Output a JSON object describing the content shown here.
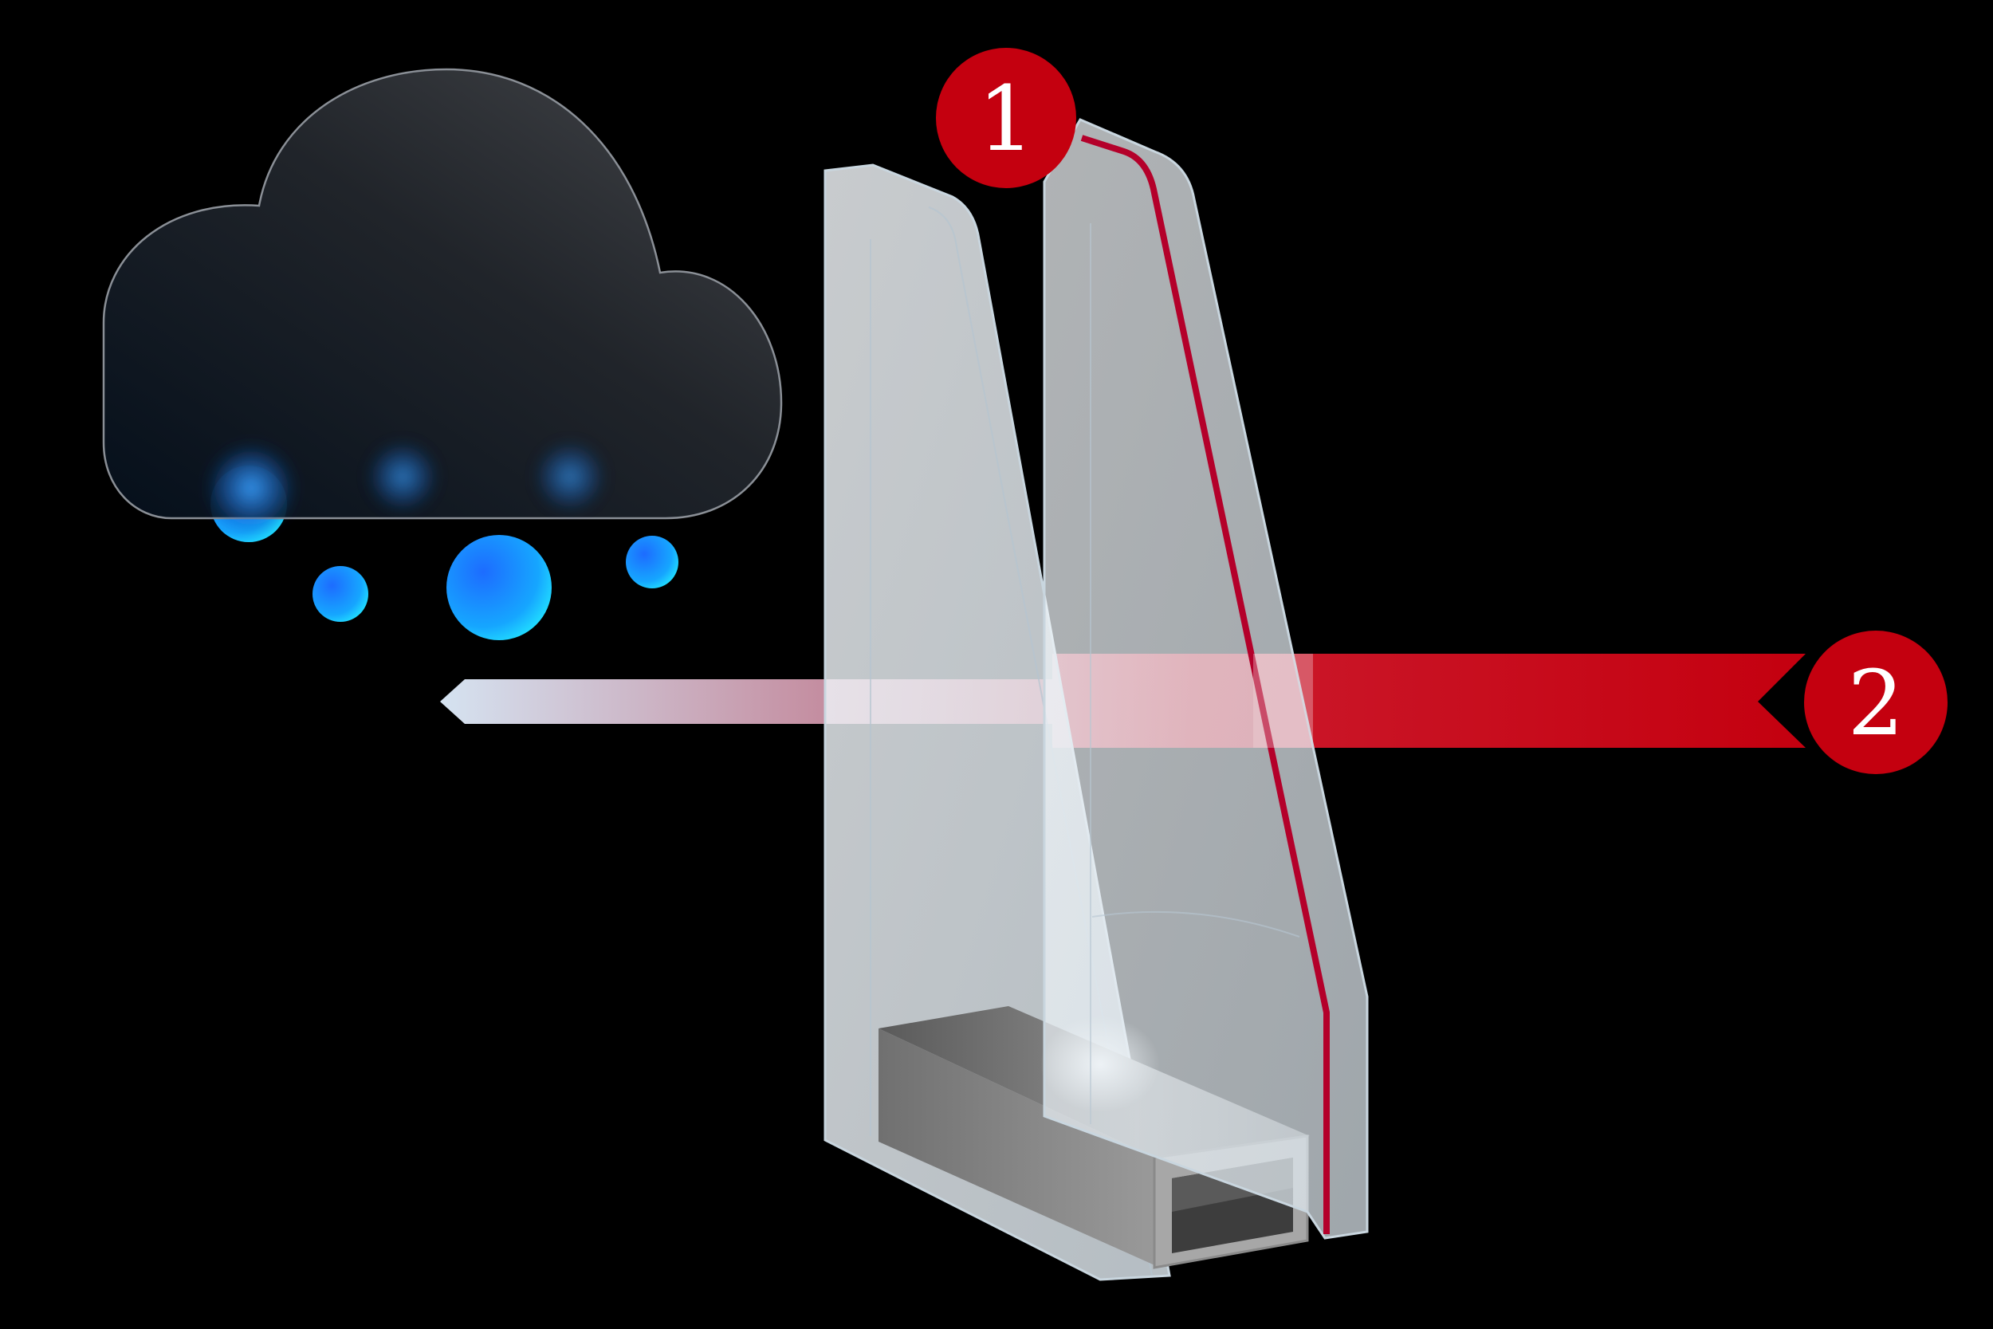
{
  "badges": [
    {
      "id": "1",
      "label": "1"
    },
    {
      "id": "2",
      "label": "2"
    }
  ],
  "colors": {
    "background": "#000000",
    "accent_red": "#c4000f",
    "coating_red": "#b4002a",
    "glass": "#e6eef3",
    "spacer": "#6b6b6b",
    "droplet": "#1aa3ff",
    "cloud": "#2b3036"
  },
  "icons": [
    "cloud-icon",
    "raindrop-icon",
    "heat-arrow-icon"
  ]
}
